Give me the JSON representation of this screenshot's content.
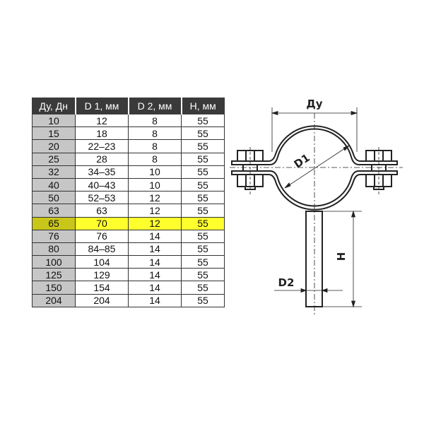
{
  "table": {
    "headers": [
      "Ду, Дн",
      "D 1, мм",
      "D 2, мм",
      "H, мм"
    ],
    "rows": [
      [
        "10",
        "12",
        "8",
        "55"
      ],
      [
        "15",
        "18",
        "8",
        "55"
      ],
      [
        "20",
        "22–23",
        "8",
        "55"
      ],
      [
        "25",
        "28",
        "8",
        "55"
      ],
      [
        "32",
        "34–35",
        "10",
        "55"
      ],
      [
        "40",
        "40–43",
        "10",
        "55"
      ],
      [
        "50",
        "52–53",
        "12",
        "55"
      ],
      [
        "63",
        "63",
        "12",
        "55"
      ],
      [
        "65",
        "70",
        "12",
        "55"
      ],
      [
        "76",
        "76",
        "14",
        "55"
      ],
      [
        "80",
        "84–85",
        "14",
        "55"
      ],
      [
        "100",
        "104",
        "14",
        "55"
      ],
      [
        "125",
        "129",
        "14",
        "55"
      ],
      [
        "150",
        "154",
        "14",
        "55"
      ],
      [
        "204",
        "204",
        "14",
        "55"
      ]
    ],
    "highlighted_row_index": 8,
    "colors": {
      "header_bg": "#3a3a3a",
      "first_col_bg": "#c6c6c6",
      "highlight_bg": "#ffff2e",
      "highlight_first_col_bg": "#c9c61a"
    }
  },
  "drawing": {
    "labels": {
      "dy": "Ду",
      "d1": "D1",
      "d2": "D2",
      "h": "H"
    }
  }
}
